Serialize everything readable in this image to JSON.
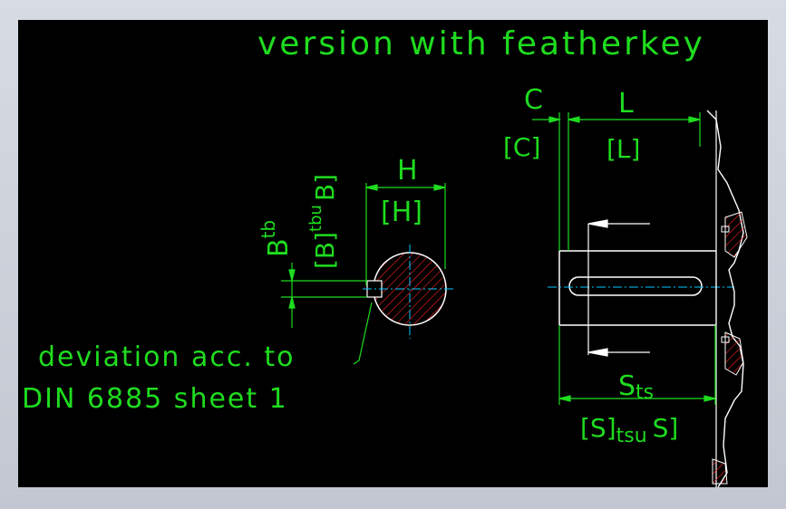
{
  "colors": {
    "background": "#000000",
    "dimension_green": "#1fdc1f",
    "outline_white": "#ffffff",
    "hatch_red": "#ff2020",
    "centerline_cyan": "#00c8ff",
    "window_frame": "#c9ced8"
  },
  "drawing": {
    "title": "version with featherkey",
    "note_line1": "deviation acc. to",
    "note_line2": "DIN 6885 sheet 1",
    "dim_H": "H",
    "dim_H_bracket": "[H]",
    "dim_B": "B",
    "dim_B_sup": "tb",
    "dim_B_bracket": "[B]",
    "dim_B_bracket_sup": "tbu",
    "dim_B_rot_tail": "B]",
    "dim_C": "C",
    "dim_C_bracket": "[C]",
    "dim_L": "L",
    "dim_L_bracket": "[L]",
    "dim_S": "S",
    "dim_S_sub": "ts",
    "dim_S_bracket": "[S]",
    "dim_S_bracket_sub": "tsu",
    "dim_S_tail": "S]"
  }
}
